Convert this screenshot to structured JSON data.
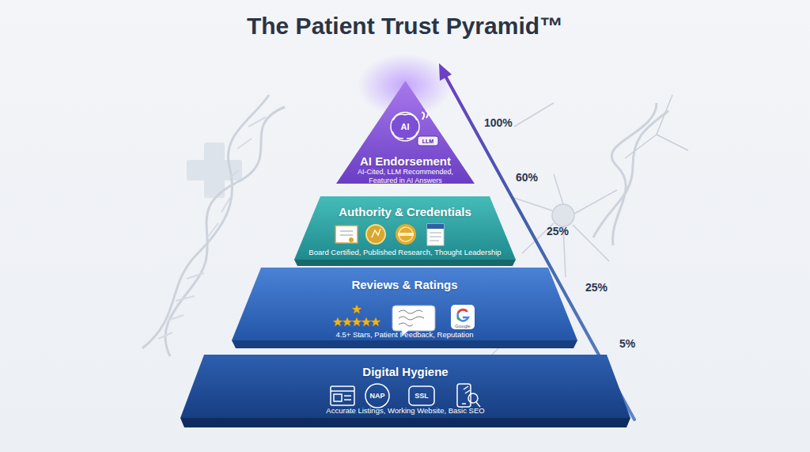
{
  "diagram": {
    "title": "The Patient Trust Pyramid™",
    "nodes": [
      {
        "text": [
          "AI Endorsement",
          "AI-Cited, LLM Recommended, Featured in AI Answers"
        ]
      },
      {
        "text": [
          "Authority & Credentials",
          "Board Certified, Published Research, Thought Leadership"
        ]
      },
      {
        "text": [
          "Reviews & Ratings",
          "4.5+ Stars, Patient Feedback, Reputation"
        ]
      },
      {
        "text": [
          "Digital Hygiene",
          "Accurate Listings, Working Website, Basic SEO"
        ]
      }
    ],
    "labels": [
      "100%",
      "60%",
      "25%",
      "25%",
      "5%",
      "AI",
      "LLM",
      "Google",
      "NAP",
      "SSL"
    ]
  }
}
